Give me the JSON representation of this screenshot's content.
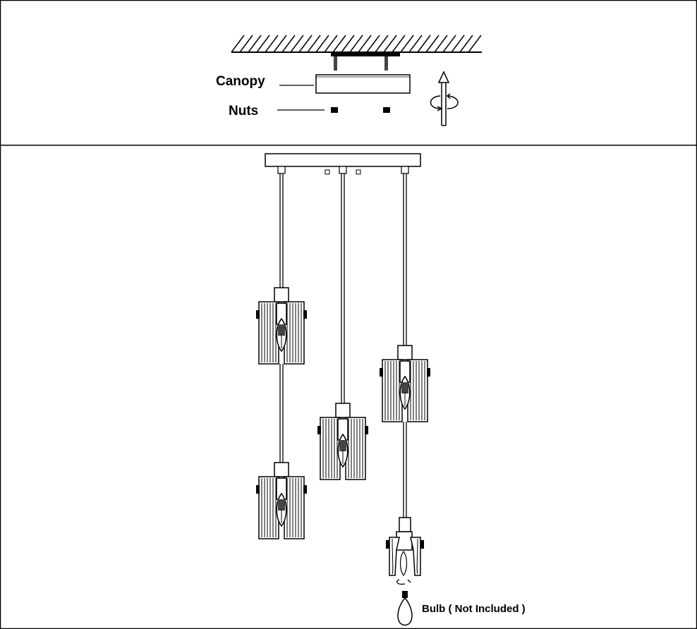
{
  "labels": {
    "canopy": "Canopy",
    "nuts": "Nuts",
    "bulb": "Bulb ( Not Included )"
  }
}
